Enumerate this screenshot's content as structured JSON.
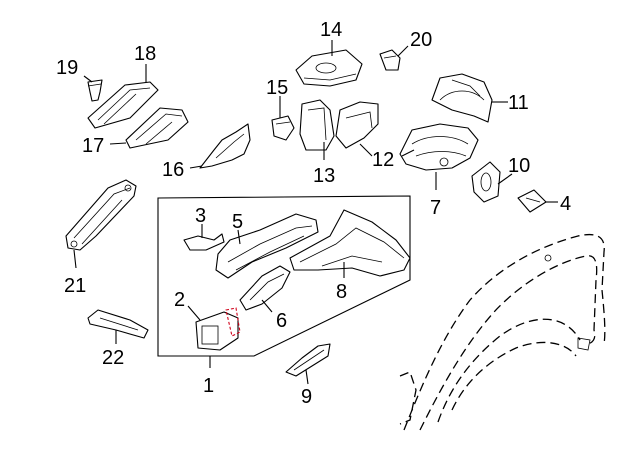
{
  "diagram": {
    "callouts": [
      {
        "id": "1",
        "label": "1"
      },
      {
        "id": "2",
        "label": "2"
      },
      {
        "id": "3",
        "label": "3"
      },
      {
        "id": "4",
        "label": "4"
      },
      {
        "id": "5",
        "label": "5"
      },
      {
        "id": "6",
        "label": "6"
      },
      {
        "id": "7",
        "label": "7"
      },
      {
        "id": "8",
        "label": "8"
      },
      {
        "id": "9",
        "label": "9"
      },
      {
        "id": "10",
        "label": "10"
      },
      {
        "id": "11",
        "label": "11"
      },
      {
        "id": "12",
        "label": "12"
      },
      {
        "id": "13",
        "label": "13"
      },
      {
        "id": "14",
        "label": "14"
      },
      {
        "id": "15",
        "label": "15"
      },
      {
        "id": "16",
        "label": "16"
      },
      {
        "id": "17",
        "label": "17"
      },
      {
        "id": "18",
        "label": "18"
      },
      {
        "id": "19",
        "label": "19"
      },
      {
        "id": "20",
        "label": "20"
      },
      {
        "id": "21",
        "label": "21"
      },
      {
        "id": "22",
        "label": "22"
      }
    ],
    "colors": {
      "line": "#000000",
      "background": "#ffffff",
      "highlight": "#d0021b"
    }
  }
}
